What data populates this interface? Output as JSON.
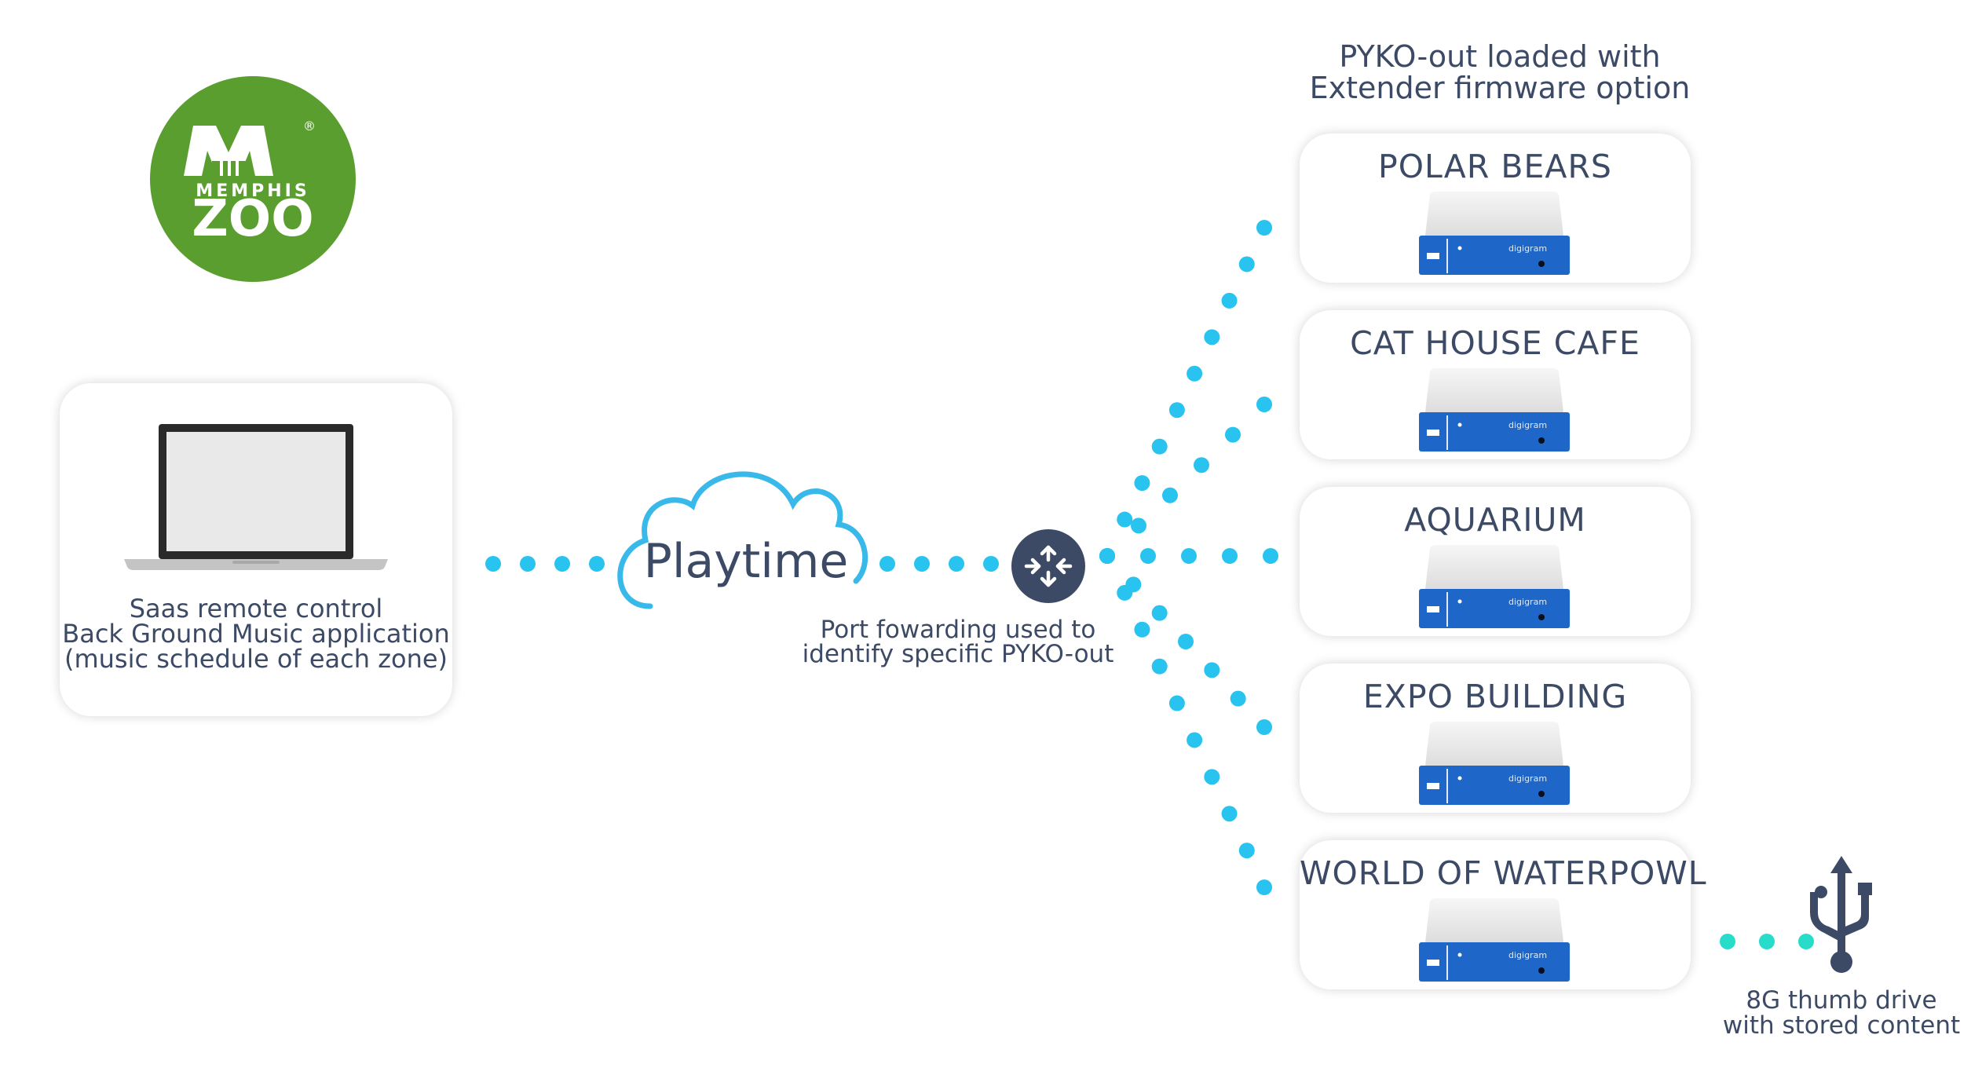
{
  "logo": {
    "line1": "MEMPHIS",
    "line2": "ZOO",
    "reg": "®"
  },
  "laptop_card": {
    "lines": [
      "Saas remote control",
      "Back Ground Music application",
      "(music schedule of each zone)"
    ]
  },
  "cloud": {
    "label": "Playtime"
  },
  "router": {
    "caption_lines": [
      "Port fowarding used to",
      "identify specific PYKO-out"
    ]
  },
  "header": {
    "lines": [
      "PYKO-out loaded with",
      "Extender firmware option"
    ]
  },
  "zones": [
    {
      "name": "POLAR BEARS"
    },
    {
      "name": "CAT HOUSE CAFE"
    },
    {
      "name": "AQUARIUM"
    },
    {
      "name": "EXPO BUILDING"
    },
    {
      "name": "WORLD OF WATERPOWL"
    }
  ],
  "device_brand": "digigram",
  "thumb_drive": {
    "lines": [
      "8G thumb drive",
      "with stored content"
    ]
  },
  "colors": {
    "logo_green": "#5a9e2f",
    "dot_blue": "#29c3ef",
    "dot_teal": "#27dcc9",
    "text": "#3c4a66",
    "router": "#3c4a66",
    "device_blue": "#1e67c8",
    "cloud_stroke": "#39b9ea"
  },
  "icons": [
    "laptop-icon",
    "cloud-icon",
    "router-icon",
    "usb-icon",
    "device-icon"
  ]
}
